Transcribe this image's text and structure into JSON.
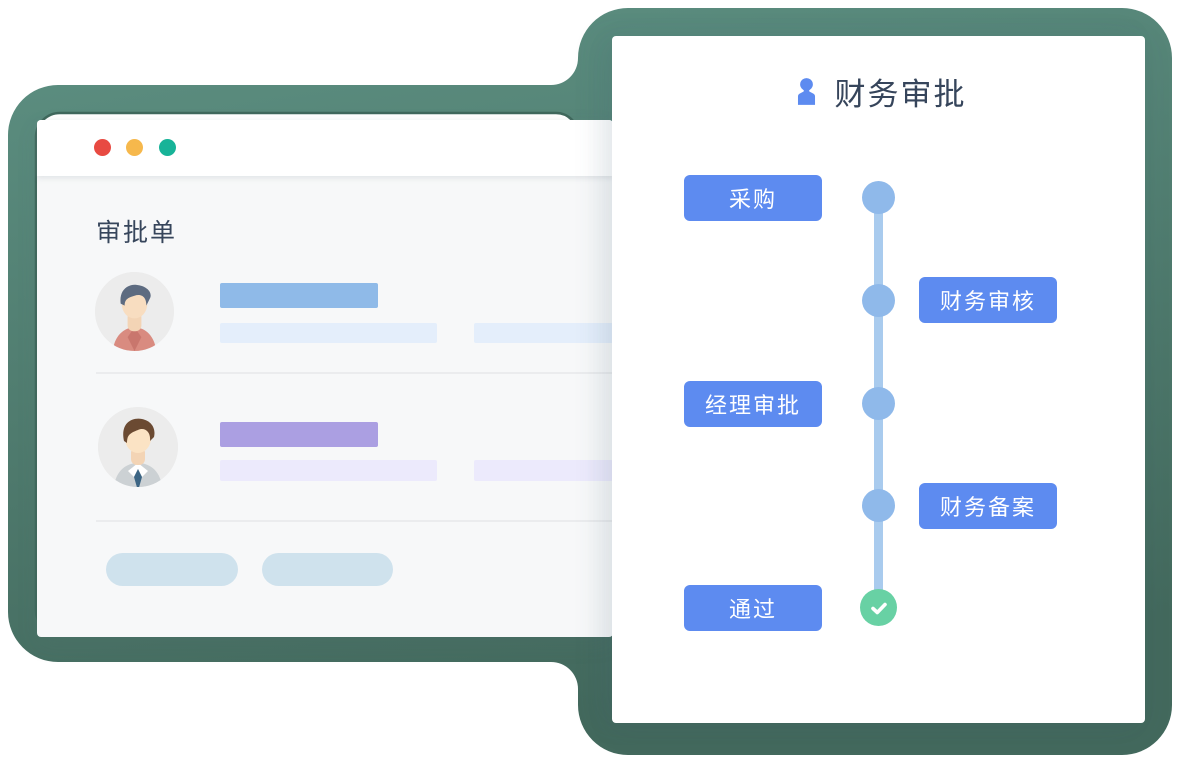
{
  "window": {
    "title": "审批单",
    "traffic_lights": [
      {
        "name": "close",
        "color": "#e84a42"
      },
      {
        "name": "minimize",
        "color": "#f6b84c"
      },
      {
        "name": "zoom",
        "color": "#17b398"
      }
    ],
    "rows": [
      {
        "avatar": "male-user-red-shirt",
        "bar_color": "#8fbae8"
      },
      {
        "avatar": "male-user-suit-tie",
        "bar_color": "#ab9fe2"
      }
    ]
  },
  "panel": {
    "title": "财务审批",
    "title_icon": "approver-stamp-icon",
    "steps": [
      {
        "label": "采购",
        "side": "left",
        "status": "step"
      },
      {
        "label": "财务审核",
        "side": "right",
        "status": "step"
      },
      {
        "label": "经理审批",
        "side": "left",
        "status": "step"
      },
      {
        "label": "财务备案",
        "side": "right",
        "status": "step"
      },
      {
        "label": "通过",
        "side": "left",
        "status": "done"
      }
    ]
  },
  "colors": {
    "outline_green": "#4d7668",
    "accent_blue": "#5d8bf0",
    "node_blue": "#8fb9ea",
    "line_blue": "#a9cbee",
    "success_green": "#68d1a4",
    "title_text": "#36455b"
  }
}
